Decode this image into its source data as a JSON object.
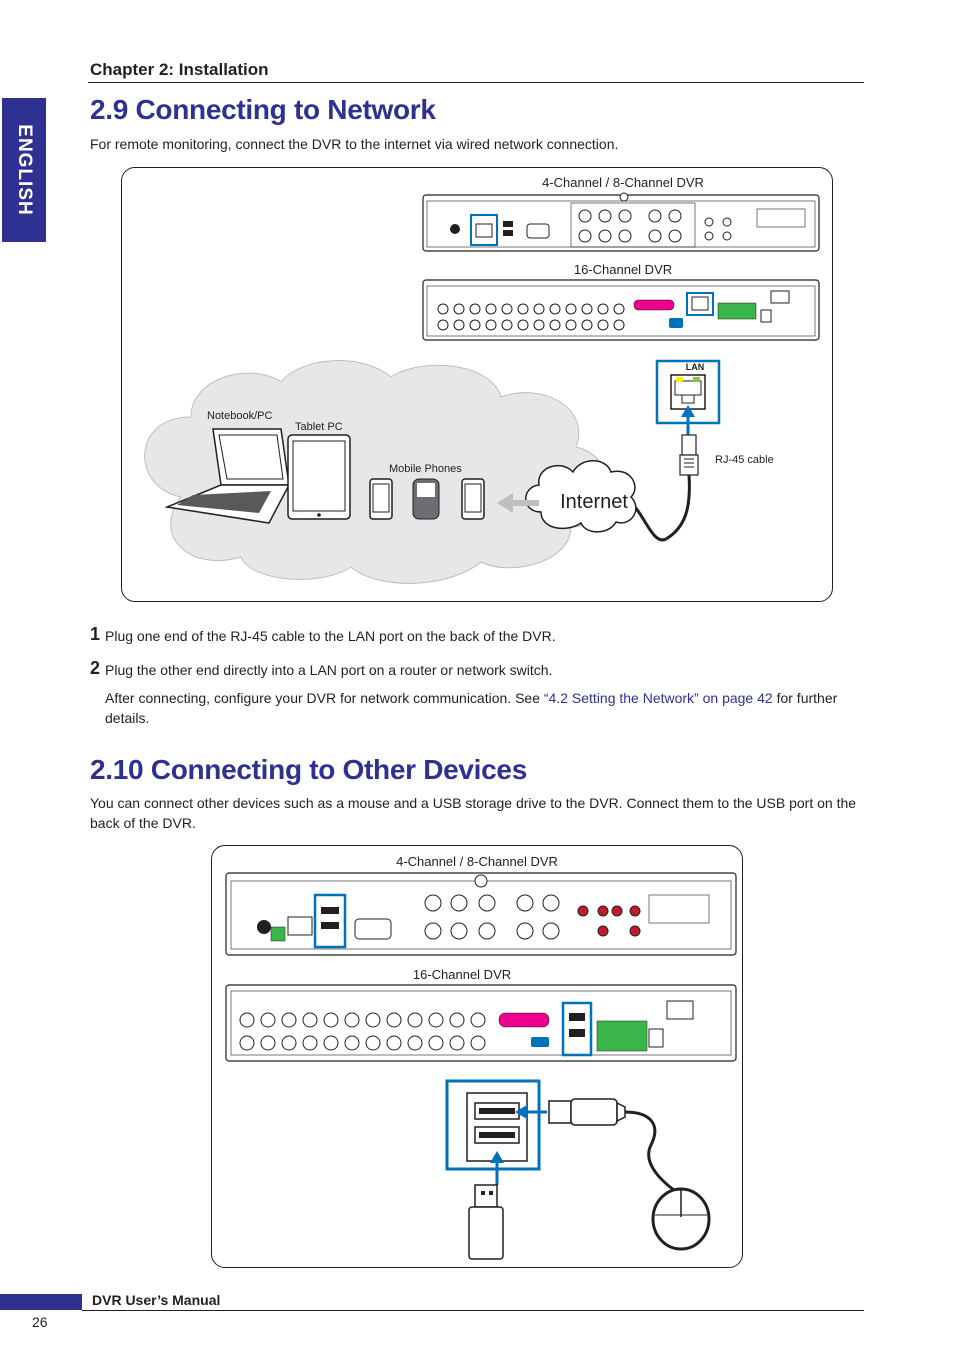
{
  "language_tab": "ENGLISH",
  "chapter": "Chapter 2: Installation",
  "section1": {
    "title": "2.9 Connecting to Network",
    "intro": "For remote monitoring, connect the DVR to the internet via wired network connection.",
    "diagram": {
      "dvr_small": "4-Channel / 8-Channel DVR",
      "dvr_large": "16-Channel DVR",
      "lan": "LAN",
      "rj45": "RJ-45 cable",
      "internet": "Internet",
      "notebook": "Notebook/PC",
      "tablet": "Tablet PC",
      "phones": "Mobile Phones"
    },
    "step1_num": "1",
    "step1": "Plug one end of the RJ-45 cable to the LAN port on the back of the DVR.",
    "step2_num": "2",
    "step2": "Plug the other end directly into a LAN port on a router or network switch.",
    "after_pre": "After connecting, configure your DVR for network communication. See ",
    "after_link": "“4.2 Setting the Network” on page 42",
    "after_post": " for further details."
  },
  "section2": {
    "title": "2.10 Connecting to Other Devices",
    "intro": "You can connect other devices such as a mouse and a USB storage drive to the DVR. Connect them to the USB port on the back of the DVR.",
    "diagram": {
      "dvr_small": "4-Channel / 8-Channel DVR",
      "dvr_large": "16-Channel DVR"
    }
  },
  "footer": {
    "title": "DVR User’s Manual",
    "page": "26"
  }
}
